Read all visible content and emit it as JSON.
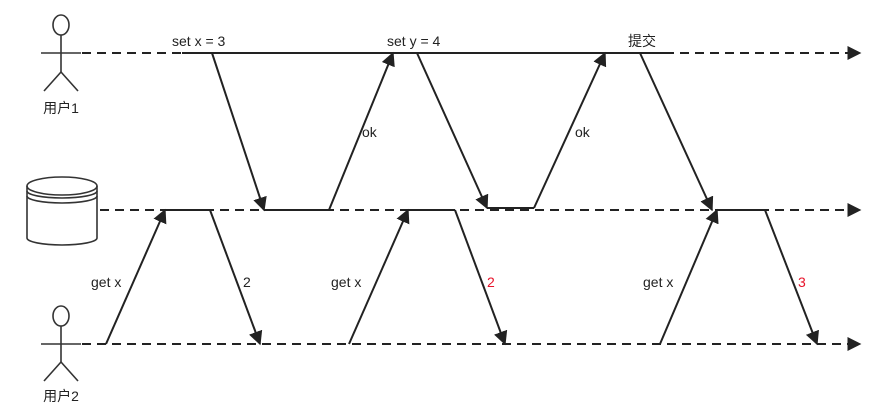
{
  "actors": {
    "user1": "用户1",
    "user2": "用户2"
  },
  "top_labels": {
    "set_x": "set x = 3",
    "set_y": "set y = 4",
    "commit": "提交"
  },
  "responses": {
    "ok1": "ok",
    "ok2": "ok"
  },
  "reads": [
    {
      "request": "get x",
      "result": "2",
      "result_color": "#222222"
    },
    {
      "request": "get x",
      "result": "2",
      "result_color": "#e8132a"
    },
    {
      "request": "get x",
      "result": "3",
      "result_color": "#e8132a"
    }
  ],
  "colors": {
    "line": "#222222",
    "highlight": "#e8132a"
  }
}
